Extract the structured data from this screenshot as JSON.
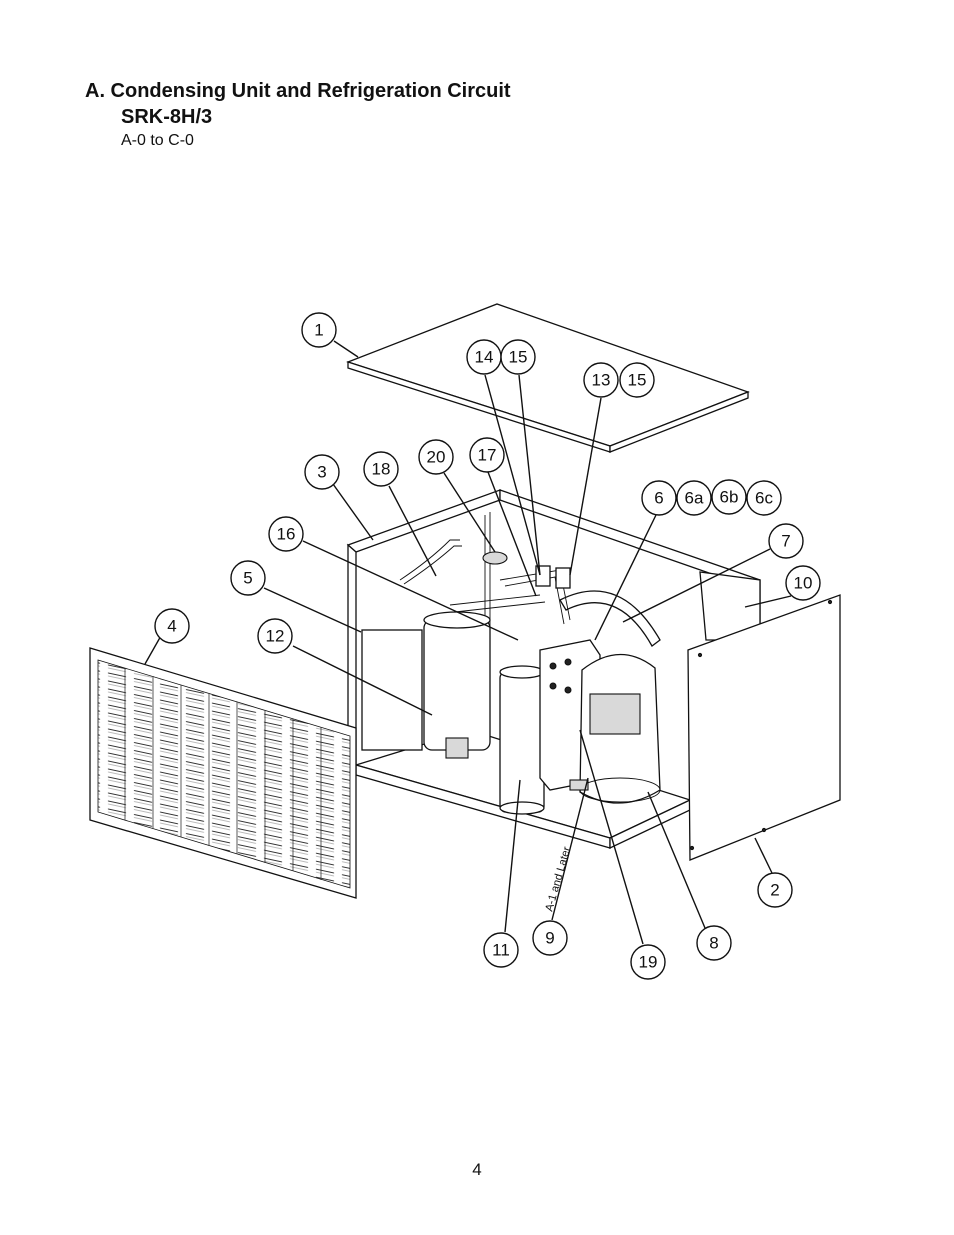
{
  "header": {
    "title": "A. Condensing Unit and Refrigeration Circuit",
    "model": "SRK-8H/3",
    "serial_range": "A-0 to C-0"
  },
  "diagram": {
    "callouts": [
      "1",
      "14",
      "15",
      "13",
      "15",
      "3",
      "18",
      "20",
      "17",
      "6",
      "6a",
      "6b",
      "6c",
      "16",
      "7",
      "5",
      "10",
      "4",
      "12",
      "2",
      "11",
      "9",
      "19",
      "8"
    ],
    "annotation": "A-1 and Later"
  },
  "footer": {
    "page_number": "4"
  }
}
